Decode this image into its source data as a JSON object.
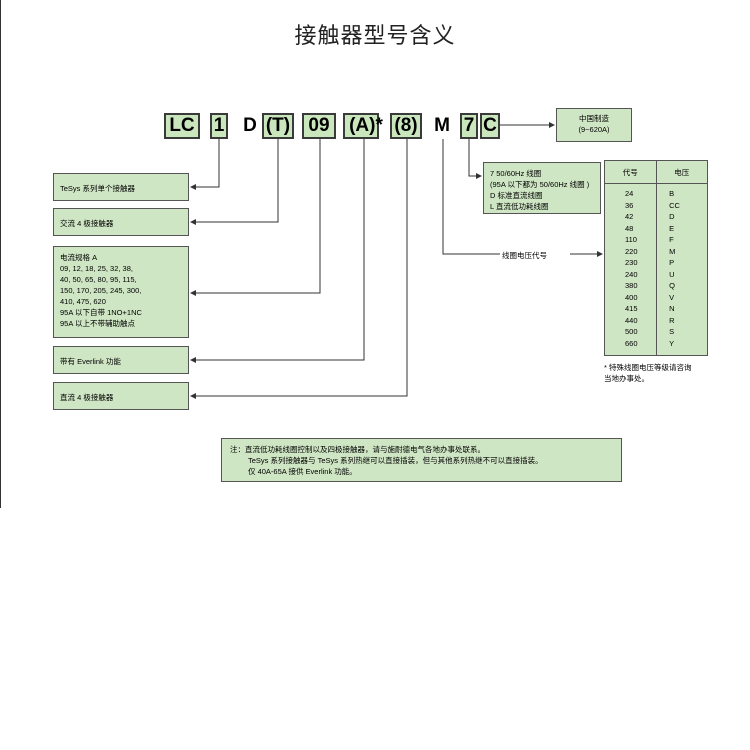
{
  "title": "接触器型号含义",
  "code_parts": [
    "LC",
    "1",
    "D",
    "(T)",
    "09",
    "(A)*",
    "(8)",
    "M",
    "7",
    "C"
  ],
  "made_in": [
    "中国制造",
    "(9~620A)"
  ],
  "left_boxes": [
    {
      "lines": [
        "TeSys 系列单个接触器"
      ]
    },
    {
      "lines": [
        "交流 4 极接触器"
      ]
    },
    {
      "lines": [
        "电流规格 A",
        "09, 12, 18, 25, 32, 38,",
        "40, 50, 65, 80, 95, 115,",
        "150, 170, 205, 245, 300,",
        "410, 475, 620",
        "95A 以下自带 1NO+1NC",
        "95A 以上不带辅助触点"
      ]
    },
    {
      "lines": [
        "带有 Everlink 功能"
      ]
    },
    {
      "lines": [
        "直流 4 极接触器"
      ]
    }
  ],
  "coil_box": {
    "lines": [
      "7 50/60Hz 线圈",
      "(95A 以下都为 50/60Hz 线圈 )",
      "D 标准直流线圈",
      "L 直流低功耗线圈"
    ]
  },
  "coil_voltage_label": "线圈电压代号",
  "voltage_table": {
    "headers": [
      "代号",
      "电压"
    ],
    "rows": [
      [
        "24",
        "B"
      ],
      [
        "36",
        "CC"
      ],
      [
        "42",
        "D"
      ],
      [
        "48",
        "E"
      ],
      [
        "110",
        "F"
      ],
      [
        "220",
        "M"
      ],
      [
        "230",
        "P"
      ],
      [
        "240",
        "U"
      ],
      [
        "380",
        "Q"
      ],
      [
        "400",
        "V"
      ],
      [
        "415",
        "N"
      ],
      [
        "440",
        "R"
      ],
      [
        "500",
        "S"
      ],
      [
        "660",
        "Y"
      ]
    ]
  },
  "special_note": [
    "* 特殊线圈电压等级请咨询",
    "当地办事处。"
  ],
  "bottom_note": [
    "注：直流低功耗线圈控制以及四极接触器，请与施耐德电气各地办事处联系。",
    "TeSys 系列接触器与 TeSys 系列热继可以直接插装，但与其他系列热继不可以直接插装。",
    "仅 40A-65A 接供 Everlink 功能。"
  ]
}
